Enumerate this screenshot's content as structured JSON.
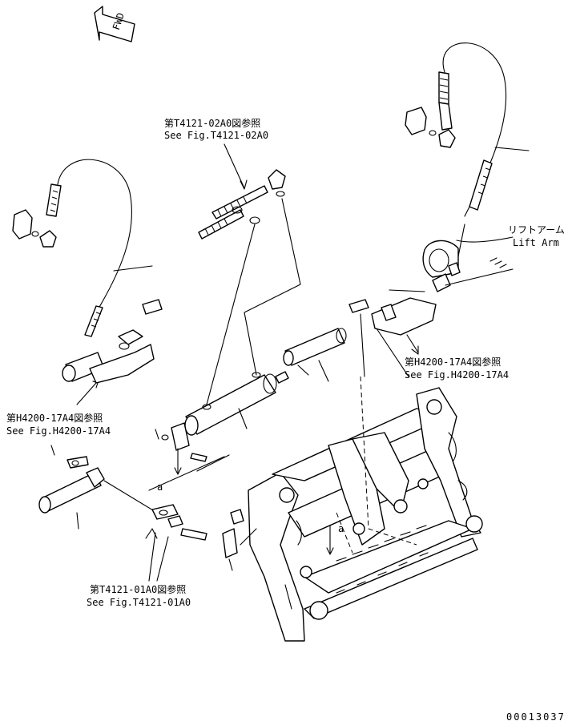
{
  "labels": {
    "fwd": "FWD",
    "ref_t4121_02a0_jp": "第T4121-02A0図参照",
    "ref_t4121_02a0_en": "See Fig.T4121-02A0",
    "lift_arm_jp": "リフトアーム",
    "lift_arm_en": "Lift Arm",
    "ref_h4200_17a4_right_jp": "第H4200-17A4図参照",
    "ref_h4200_17a4_right_en": "See Fig.H4200-17A4",
    "ref_h4200_17a4_left_jp": "第H4200-17A4図参照",
    "ref_h4200_17a4_left_en": "See Fig.H4200-17A4",
    "ref_t4121_01a0_jp": "第T4121-01A0図参照",
    "ref_t4121_01a0_en": "See Fig.T4121-01A0",
    "callout_a_left": "a",
    "callout_a_center": "a",
    "drawing_number": "00013037"
  }
}
